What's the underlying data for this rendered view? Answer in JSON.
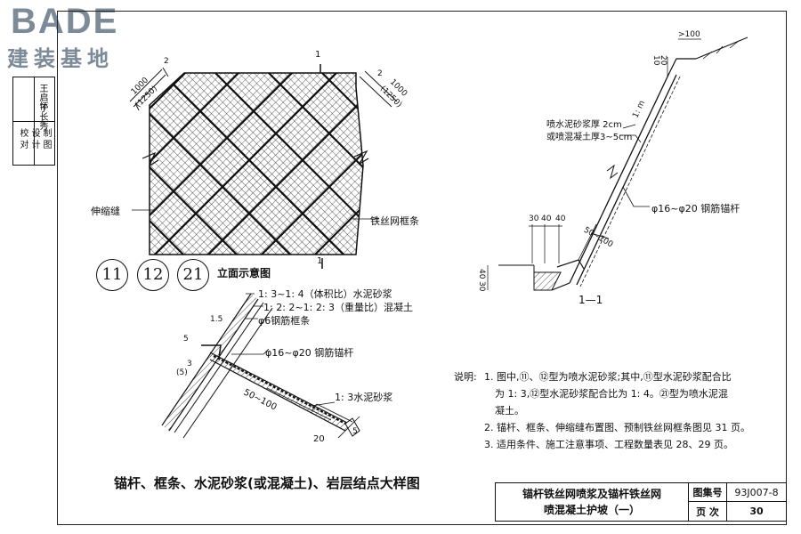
{
  "logo": {
    "brand": "BADE",
    "name": "建装基地"
  },
  "signature_column": {
    "labels": [
      "校 对",
      "设 计",
      "制 图"
    ],
    "names": [
      "王启怀",
      "于长秀"
    ]
  },
  "elevation": {
    "section_mark_top": "1",
    "section_mark_bottom": "1",
    "dim_left_main": "1000",
    "dim_left_sub": "(1250)",
    "dim_left_gap": "2",
    "dim_right_main": "1000",
    "dim_right_sub": "(1250)",
    "dim_right_gap": "2",
    "label_joint": "伸缩缝",
    "label_frame": "铁丝网框条",
    "type_codes": [
      "11",
      "12",
      "21"
    ],
    "caption": "立面示意图"
  },
  "detail": {
    "callouts": [
      "1: 3~1: 4（体积比）水泥砂浆",
      "1: 2: 2~1: 2: 3（重量比）混凝土",
      "φ6钢筋框条"
    ],
    "anchor_label": "φ16~φ20  钢筋锚杆",
    "mortar_label": "1: 3水泥砂浆",
    "dim_15": "1.5",
    "dim_5a": "5",
    "dim_3": "3",
    "dim_5paren": "(5)",
    "dim_50_100": "50~100",
    "dim_20": "20",
    "dim_5b": "5",
    "caption": "锚杆、框条、水泥砂浆(或混凝土)、岩层结点大样图"
  },
  "section": {
    "top_dim": ">100",
    "dim_10": "10",
    "dim_20": "20",
    "slope": "1: m",
    "note_line1": "喷水泥砂浆厚 2cm",
    "note_line2": "或喷混凝土厚3~5cm",
    "anchor_note": "φ16~φ20 钢筋锚杆",
    "dim_30": "30",
    "dim_40": "40",
    "dim_40b": "40",
    "dim_50_100": "50~100",
    "dim_left_30": "30",
    "dim_left_40": "40",
    "caption": "1—1"
  },
  "notes": {
    "prefix": "说明:",
    "lines": [
      "1. 图中,⑪、⑫型为喷水泥砂浆;其中,⑪型水泥砂浆配合比",
      "为 1: 3,⑫型水泥砂浆配合比为 1: 4。㉑型为喷水泥混",
      "凝土。",
      "2. 锚杆、框条、伸缩缝布置图、预制铁丝网框条图见 31 页。",
      "3. 适用条件、施工注意事项、工程数量表见 28、29 页。"
    ]
  },
  "title_block": {
    "title_line1": "锚杆铁丝网喷浆及锚杆铁丝网",
    "title_line2": "喷混凝土护坡（一）",
    "atlas_label": "图集号",
    "atlas_value": "93J007-8",
    "page_label": "页  次",
    "page_value": "30"
  }
}
